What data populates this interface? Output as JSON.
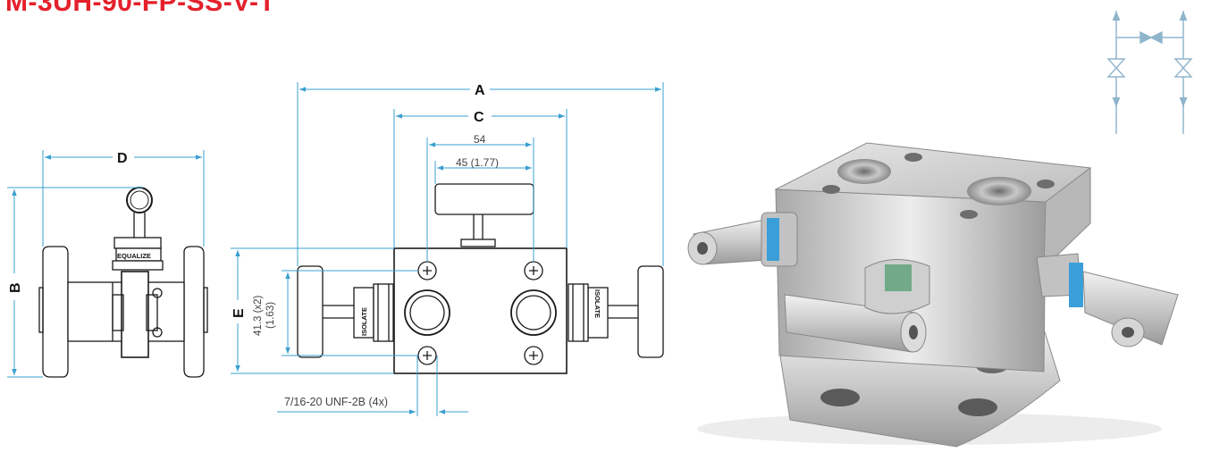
{
  "title": "M-3UH-90-FP-SS-V-T",
  "labels": {
    "A": "A",
    "B": "B",
    "C": "C",
    "D": "D",
    "E": "E",
    "dim_54": "54",
    "dim_45": "45 (1.77)",
    "dim_41_line1": "41.3 (x2)",
    "dim_41_line2": "(1.63)",
    "thread": "7/16-20 UNF-2B (4x)",
    "equalize": "EQUALIZE",
    "isolate_left": "ISOLATE",
    "isolate_right": "ISOLATE"
  },
  "colors": {
    "title": "#e4202b",
    "dimension": "#3aa0d0",
    "outline": "#1a1a1a",
    "symbol": "#8fb4cc"
  }
}
